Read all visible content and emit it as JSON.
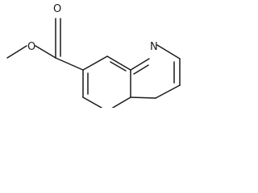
{
  "structure": {
    "atoms": {
      "carbonyl_oxygen": "O",
      "ester_oxygen": "O",
      "ring_nitrogen": "N"
    },
    "colors": {
      "ink": "#1a1a1a",
      "background": "#ffffff"
    }
  }
}
